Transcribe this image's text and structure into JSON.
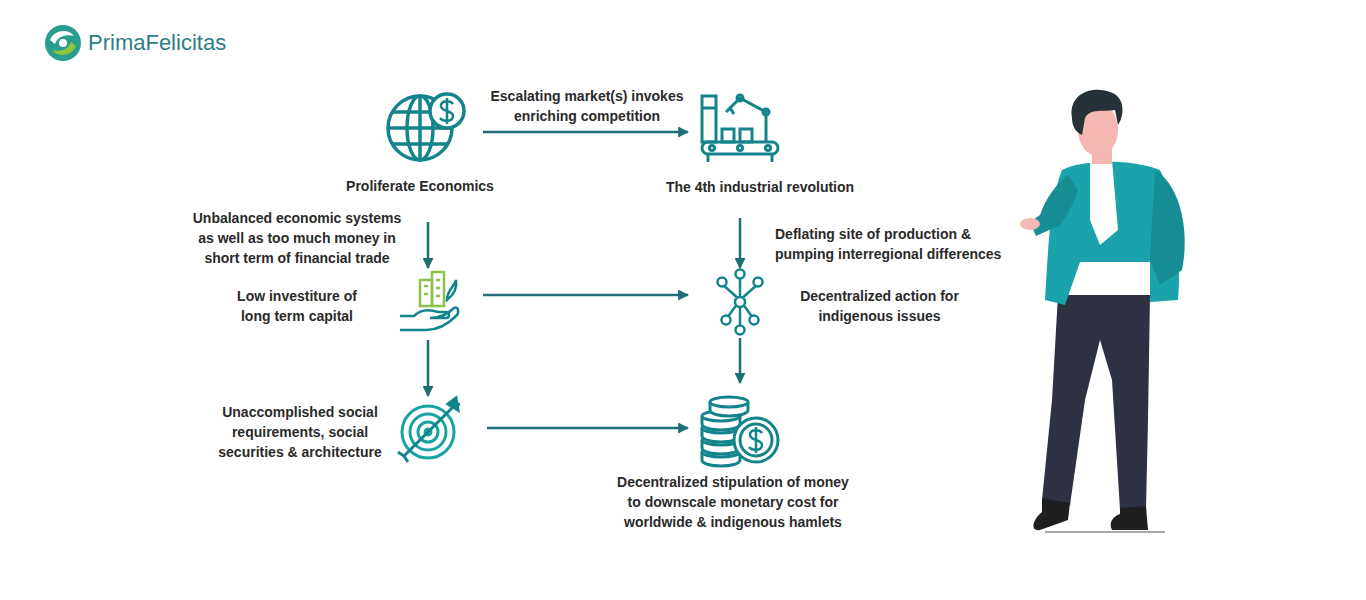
{
  "diagram": {
    "nodes": [
      {
        "text": [
          "Proliferate Economics"
        ]
      },
      {
        "text": [
          "The 4th industrial revolution"
        ]
      },
      {
        "text": [
          "Low investiture of long term capital"
        ]
      },
      {
        "text": [
          "Decentralized action for indigenous issues"
        ]
      },
      {
        "text": [
          "Unaccomplished social requirements, social securities & architecture"
        ]
      },
      {
        "text": [
          "Decentralized stipulation of money to downscale monetary cost for worldwide & indigenous hamlets"
        ]
      }
    ],
    "edges": [
      {
        "from": 0,
        "to": 1,
        "arrow": "to",
        "label": "Escalating market(s) invokes enriching competition"
      },
      {
        "from": 0,
        "to": 2,
        "arrow": "to",
        "label": "Unbalanced economic systems as well as too much money in short term of financial trade"
      },
      {
        "from": 1,
        "to": 3,
        "arrow": "to",
        "label": "Deflating site of production & pumping interregional differences"
      },
      {
        "from": 2,
        "to": 3,
        "arrow": "to"
      },
      {
        "from": 2,
        "to": 4,
        "arrow": "to"
      },
      {
        "from": 3,
        "to": 5,
        "arrow": "to"
      },
      {
        "from": 4,
        "to": 5,
        "arrow": "to"
      }
    ],
    "labels": [
      "PrimaFelicitas"
    ]
  }
}
